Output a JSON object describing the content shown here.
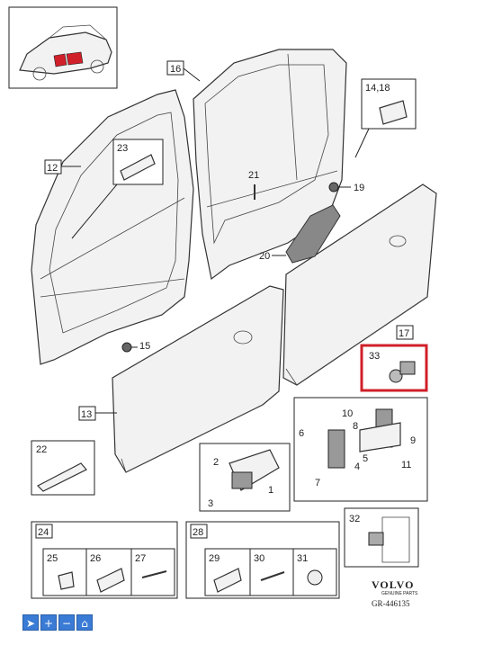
{
  "labels": {
    "p16": "16",
    "p14_18": "14,18",
    "p12": "12",
    "p23": "23",
    "p21": "21",
    "p19": "19",
    "p20": "20",
    "p15": "15",
    "p17": "17",
    "p33": "33",
    "p13": "13",
    "p22": "22",
    "p2": "2",
    "p1": "1",
    "p3": "3",
    "p10": "10",
    "p8": "8",
    "p6": "6",
    "p5": "5",
    "p4": "4",
    "p9": "9",
    "p11": "11",
    "p7": "7",
    "p24": "24",
    "p25": "25",
    "p26": "26",
    "p27": "27",
    "p28": "28",
    "p29": "29",
    "p30": "30",
    "p31": "31",
    "p32": "32"
  },
  "brand": {
    "name": "VOLVO",
    "tagline": "GENUINE PARTS",
    "code": "GR-446135"
  },
  "highlight_color": "#d0202a",
  "toolbar": {
    "select_icon": "cursor-icon",
    "zoom_in_icon": "plus-icon",
    "zoom_out_icon": "minus-icon",
    "home_icon": "home-icon",
    "select_glyph": "➤",
    "zoom_in_glyph": "+",
    "zoom_out_glyph": "−",
    "home_glyph": "⌂"
  }
}
